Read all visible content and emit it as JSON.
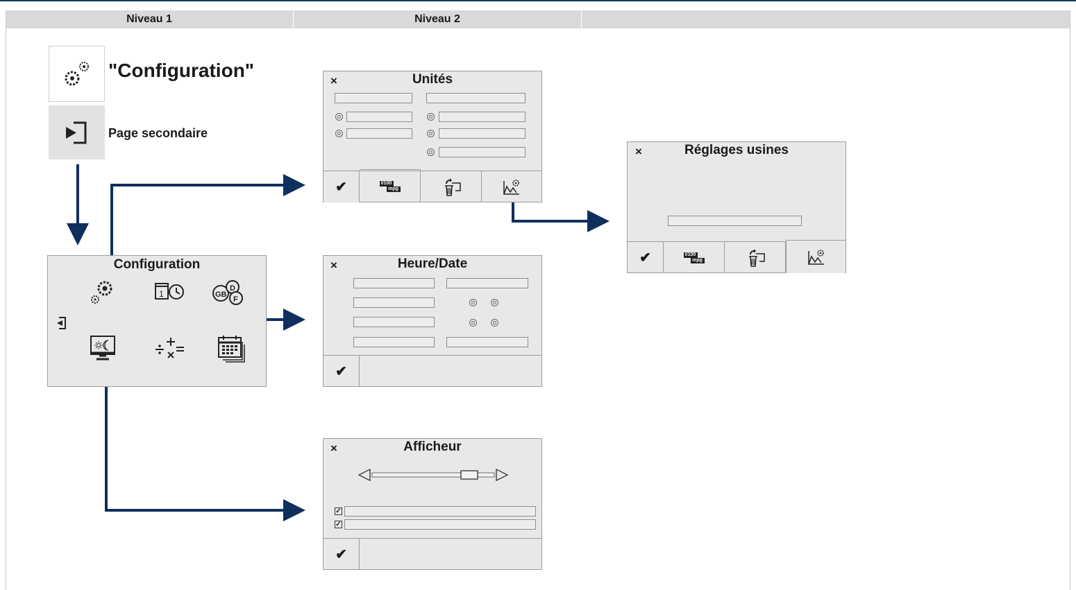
{
  "header": {
    "col1": "Niveau 1",
    "col2": "Niveau 2",
    "col3": ""
  },
  "legend": {
    "config_title": "\"Configuration\"",
    "secondary_label": "Page secondaire",
    "icons": [
      "gears-icon",
      "enter-page-icon"
    ]
  },
  "main_screen": {
    "title": "Configuration",
    "icons": [
      "gear-settings-icon",
      "time-date-icon",
      "language-icon",
      "back-icon",
      "display-icon",
      "calculator-icon",
      "calendar-icon"
    ]
  },
  "units_screen": {
    "close": "×",
    "title": "Unités",
    "confirm": "✔",
    "tab_mpg_top": "l/100",
    "tab_mpg_bottom": "mpg"
  },
  "factory_screen": {
    "close": "×",
    "title": "Réglages usines",
    "confirm": "✔",
    "tab_mpg_top": "l/100",
    "tab_mpg_bottom": "mpg"
  },
  "time_screen": {
    "close": "×",
    "title": "Heure/Date",
    "confirm": "✔"
  },
  "display_screen": {
    "close": "×",
    "title": "Afficheur",
    "confirm": "✔",
    "checkbox_mark": "✓"
  },
  "colors": {
    "arrow": "#0f2f5c",
    "screen_bg": "#e8e8e8",
    "header_bg": "#d9d9d9"
  }
}
